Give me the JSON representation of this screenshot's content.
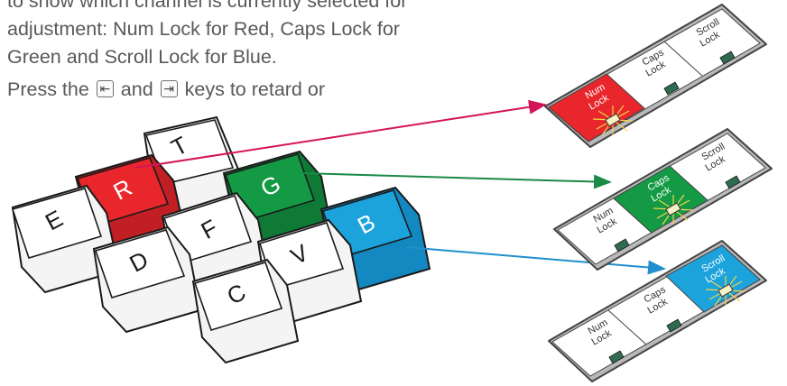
{
  "text": {
    "line1": "to show which channel is currently selected for",
    "line2": "adjustment: Num Lock for Red, Caps Lock for",
    "line3": "Green and Scroll Lock for Blue.",
    "line4_before": "Press the",
    "line4_mid": "and",
    "line4_after": "keys to retard or",
    "left_key_icon": "left-arrow-key-icon",
    "right_key_icon": "right-arrow-key-icon"
  },
  "keys": {
    "T": "T",
    "R": "R",
    "G": "G",
    "E": "E",
    "F": "F",
    "B": "B",
    "D": "D",
    "V": "V",
    "C": "C"
  },
  "indicator_labels": {
    "num_1": "Num",
    "num_2": "Lock",
    "caps_1": "Caps",
    "caps_2": "Lock",
    "scroll_1": "Scroll",
    "scroll_2": "Lock"
  },
  "colors": {
    "red": "#e8262b",
    "green": "#149a44",
    "blue": "#1ca3dc",
    "magenta_arrow": "#d4145a",
    "green_arrow": "#1a8a48",
    "blue_arrow": "#1f8fce",
    "led_off": "#2f6b4f"
  }
}
